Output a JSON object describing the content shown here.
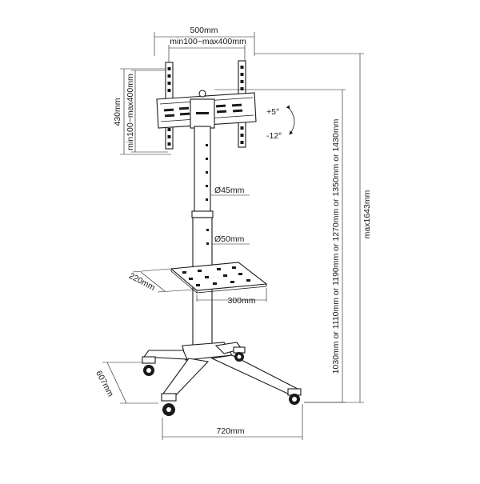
{
  "dimensions": {
    "bracket_width": "500mm",
    "vesa_horizontal": "min100~max400mm",
    "bracket_height": "430mm",
    "vesa_vertical": "min100~max400mm",
    "tilt_up": "+5°",
    "tilt_down": "-12°",
    "pole_upper_diameter": "Ø45mm",
    "pole_lower_diameter": "Ø50mm",
    "shelf_depth": "220mm",
    "shelf_width": "300mm",
    "base_depth": "607mm",
    "base_width": "720mm",
    "height_options": "1030mm or 1110mm or 1190mm or 1270mm or 1350mm or 1430mm",
    "max_height": "max1643mm"
  }
}
